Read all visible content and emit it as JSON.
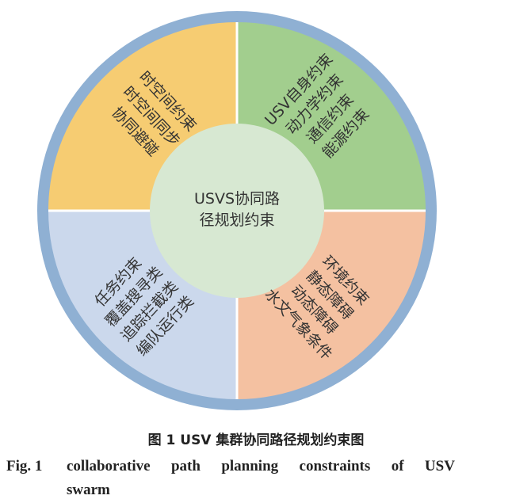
{
  "center": {
    "lines": [
      "USVS协同路",
      "径规划约束"
    ]
  },
  "quadrants": [
    {
      "id": "top-left",
      "color": "#f6cc72",
      "lines": [
        "时空间约束",
        "时空间同步",
        "协同避碰"
      ]
    },
    {
      "id": "top-right",
      "color": "#a2ce8e",
      "lines": [
        "USV自身约束",
        "动力学约束",
        "通信约束",
        "能源约束"
      ]
    },
    {
      "id": "bottom-right",
      "color": "#f4c1a1",
      "lines": [
        "环境约束",
        "静态障碍",
        "动态障碍",
        "水文气象条件"
      ]
    },
    {
      "id": "bottom-left",
      "color": "#cbd8ec",
      "lines": [
        "任务约束",
        "覆盖搜寻类",
        "追踪拦截类",
        "编队运行类"
      ]
    }
  ],
  "colors": {
    "ring": "#8fb0d3",
    "center_fill": "#d7e8d2",
    "divider": "#ffffff"
  },
  "caption": {
    "cn": "图 1    USV 集群协同路径规划约束图",
    "en_label": "Fig. 1",
    "en_words": [
      "collaborative",
      "path",
      "planning",
      "constraints",
      "of",
      "USV"
    ],
    "en_line2": "swarm"
  }
}
